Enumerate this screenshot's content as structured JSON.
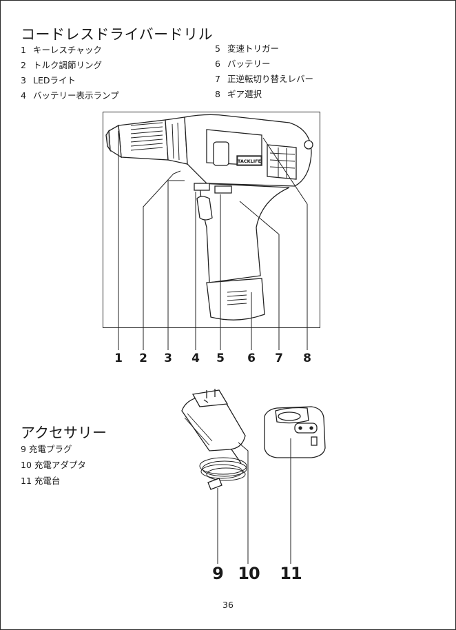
{
  "title": "コードレスドライバードリル",
  "parts_left": [
    {
      "num": "1",
      "label": "キーレスチャック"
    },
    {
      "num": "2",
      "label": "トルク調節リング"
    },
    {
      "num": "3",
      "label": "LEDライト"
    },
    {
      "num": "4",
      "label": "バッテリー表示ランプ"
    }
  ],
  "parts_right": [
    {
      "num": "5",
      "label": "変速トリガー"
    },
    {
      "num": "6",
      "label": "バッテリー"
    },
    {
      "num": "7",
      "label": "正逆転切り替えレバー"
    },
    {
      "num": "8",
      "label": "ギア選択"
    }
  ],
  "drill_callouts": [
    "1",
    "2",
    "3",
    "4",
    "5",
    "6",
    "7",
    "8"
  ],
  "brand_logo": "TACKLIFE",
  "accessories_title": "アクセサリー",
  "accessories": [
    " 9 充電プラグ",
    "10 充電アダプタ",
    "11 充電台"
  ],
  "accessory_callouts": [
    "9",
    "10",
    "11"
  ],
  "page_number": "36"
}
